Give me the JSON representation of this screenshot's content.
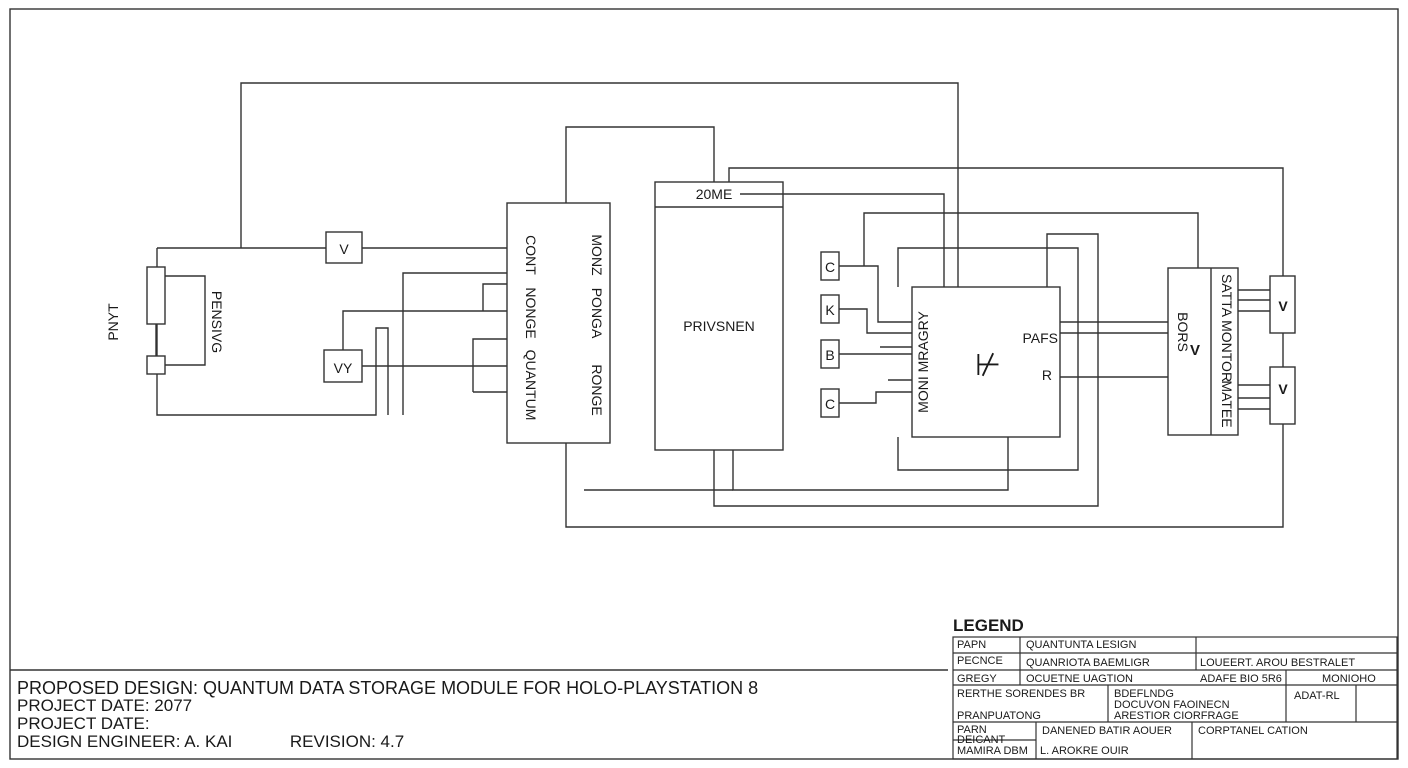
{
  "diagram": {
    "power_label": "PNYT",
    "sensing_label": "PENSIVG",
    "v_box": "V",
    "vv_box": "VY",
    "quantum_block": {
      "cont": "CONT",
      "monz": "MONZ",
      "nonge": "NONGE",
      "ponga": "PONGA",
      "quantum": "QUANTUM",
      "ronge": "RONGE"
    },
    "processor_block": {
      "header": "20ME",
      "label": "PRIVSNEN"
    },
    "inputs": [
      "C",
      "K",
      "B",
      "C"
    ],
    "memory_block": {
      "left": "MONI MRAGRY",
      "right_top": "PAFS",
      "right_bottom": "R",
      "symbol": "⊬"
    },
    "output_block": {
      "bors": "BORS",
      "symbol": "V",
      "monitor": "SATTA MONTOR",
      "matee": "MATEE"
    },
    "out_boxes": [
      "V",
      "V"
    ]
  },
  "title_block": {
    "main": "PROPOSED DESIGN: QUANTUM DATA STORAGE MODULE FOR HOLO-PLAYSTATION 8",
    "project_date_1": "PROJECT DATE: 2077",
    "project_date_2": "PROJECT DATE:",
    "engineer": "DESIGN ENGINEER: A. KAI",
    "revision": "REVISION: 4.7"
  },
  "legend": {
    "title": "LEGEND",
    "r1c1": "PAPN",
    "r1c2": "QUANTUNTA LESIGN",
    "r2c1": "PECNCE",
    "r2c2": "QUANRIOTA BAEMLIGR",
    "r2c3": "LOUEERT. AROU BESTRALET",
    "r3c1": "GREGY",
    "r3c2": "OCUETNE UAGTION",
    "r3c3": "ADAFE BIO 5R6",
    "r3c4": "MONIOHO",
    "r4c1": "RERTHE SORENDES BR",
    "r4c2": "BDEFLNDG",
    "r4c3": "ADAT-RL",
    "r4c2b": "DOCUVON FAOINECN",
    "r4c2c": "ARESTIOR CIORFRAGE",
    "r5c1": "PRANPUATONG",
    "r6c1": "PARN",
    "r6c2": "DANENED BATIR AOUER",
    "r6c3": "CORPTANEL CATION",
    "r6c1b": "DEICANT",
    "r7c1": "MAMIRA DBM",
    "r7c2": "L. AROKRE OUIR"
  }
}
